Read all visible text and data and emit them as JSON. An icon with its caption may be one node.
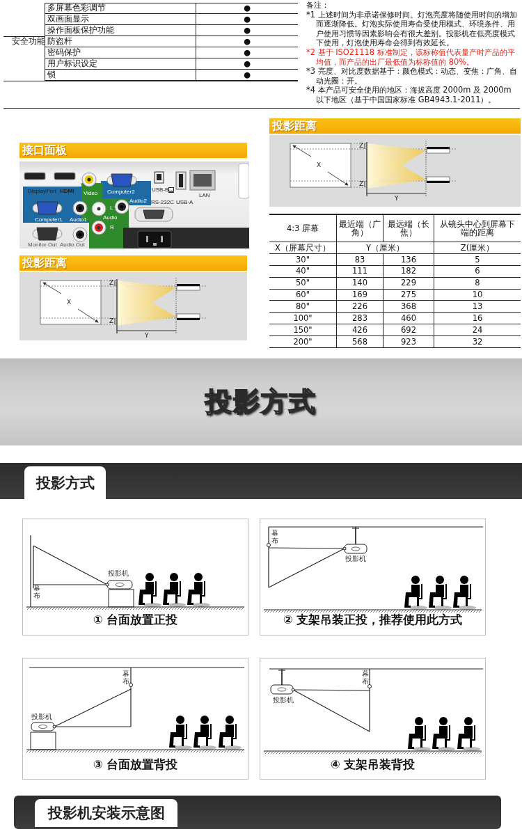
{
  "diagram": {
    "nodes": [
      {
        "text": [
          "接口面板"
        ]
      },
      {
        "text": [
          "投影距离"
        ]
      },
      {
        "text": [
          "投影距离"
        ]
      },
      {
        "text": [
          "投影方式"
        ]
      },
      {
        "text": [
          "投影方式"
        ]
      },
      {
        "text": [
          "① 台面放置正投"
        ]
      },
      {
        "text": [
          "② 支架吊装正投，推荐使用此方式"
        ]
      },
      {
        "text": [
          "③ 台面放置背投"
        ]
      },
      {
        "text": [
          "④ 支架吊装背投"
        ]
      },
      {
        "text": [
          "投影机安装示意图"
        ]
      }
    ],
    "labels": [
      "多屏幕色彩调节",
      "●",
      "双画面显示",
      "●",
      "操作面板保护功能",
      "●",
      "安全功能",
      "防盗杆",
      "●",
      "密码保护",
      "●",
      "用户标识设定",
      "●",
      "锁",
      "●",
      "备注：",
      "*1 上述时间为非承诺保修时间。灯泡亮度将随使用时间的增加而逐渐降低。灯泡实际使用寿命受使用模式、环境条件、用户使用习惯等因素影响会有很大差别。投影机在低亮度模式下使用，灯泡使用寿命会得到有效延长。",
      "*2 基于 ISO21118 标准制定，该标称值代表量产时产品的平均值，而产品的出厂最低值为标称值的 80%。",
      "*3 亮度、对比度数据基于：颜色模式：动态、变焦：广角、自动光圈：开。",
      "*4 本产品可安全使用的地区：海拔高度 2000m 及 2000m 以下地区（基于中国国家标准 GB4943.1-2011）。",
      "DisplayPort",
      "HDMI",
      "Video",
      "Computer2",
      "USB-B",
      "LAN",
      "Audio2",
      "RS-232C",
      "USB-A",
      "Computer1",
      "Audio1",
      "L",
      "Audio",
      "R",
      "Monitor Out",
      "Audio Out",
      "Z",
      "Z",
      "X",
      "Y",
      "Z",
      "Z",
      "X",
      "Y",
      "4:3 屏幕",
      "最近端（广角）",
      "最远端（长焦）",
      "从镜头中心到屏幕下端的距离",
      "X（屏幕尺寸）",
      "Y（厘米）",
      "Z(厘米）",
      "30\"",
      "83",
      "136",
      "5",
      "40\"",
      "111",
      "182",
      "6",
      "50\"",
      "140",
      "229",
      "8",
      "60\"",
      "169",
      "275",
      "10",
      "80\"",
      "226",
      "368",
      "13",
      "100\"",
      "283",
      "460",
      "16",
      "150\"",
      "426",
      "692",
      "24",
      "200\"",
      "568",
      "923",
      "32",
      "投影机",
      "幕布",
      "幕布",
      "投影机",
      "幕布",
      "投影机",
      "幕布",
      "投影机"
    ]
  }
}
